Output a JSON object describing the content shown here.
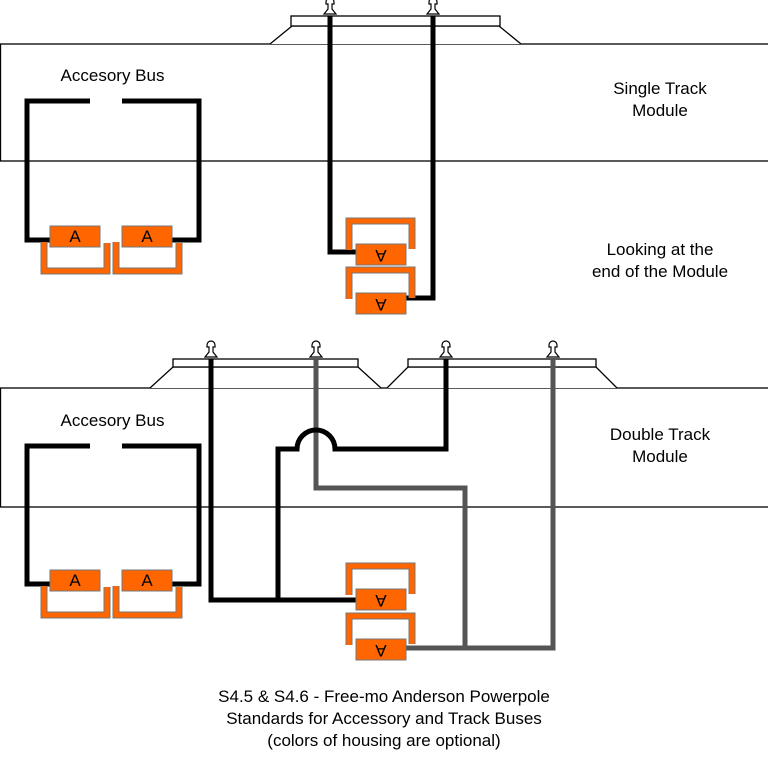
{
  "single_module": {
    "accessory_bus_label": "Accesory Bus",
    "module_label_line1": "Single Track",
    "module_label_line2": "Module",
    "connector_letter": "A"
  },
  "note": {
    "line1": "Looking at the",
    "line2": "end of the Module"
  },
  "double_module": {
    "accessory_bus_label": "Accesory Bus",
    "module_label_line1": "Double Track",
    "module_label_line2": "Module",
    "connector_letter": "A"
  },
  "caption": {
    "line1": "S4.5 & S4.6 - Free-mo Anderson Powerpole",
    "line2": "Standards for Accessory and Track Buses",
    "line3": "(colors of housing are optional)"
  },
  "colors": {
    "connector": "#ff6600",
    "wire_black": "#000000",
    "wire_grey": "#555555"
  }
}
